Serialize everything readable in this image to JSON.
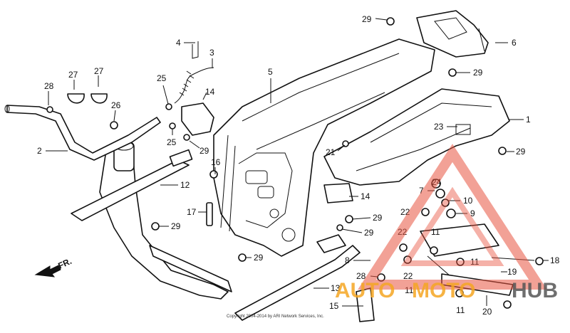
{
  "callouts": [
    {
      "id": "c1",
      "text": "1"
    },
    {
      "id": "c2",
      "text": "2"
    },
    {
      "id": "c3",
      "text": "3"
    },
    {
      "id": "c4",
      "text": "4"
    },
    {
      "id": "c5",
      "text": "5"
    },
    {
      "id": "c6",
      "text": "6"
    },
    {
      "id": "c7",
      "text": "7"
    },
    {
      "id": "c8",
      "text": "8"
    },
    {
      "id": "c9",
      "text": "9"
    },
    {
      "id": "c10",
      "text": "10"
    },
    {
      "id": "c11a",
      "text": "11"
    },
    {
      "id": "c11b",
      "text": "11"
    },
    {
      "id": "c11c",
      "text": "11"
    },
    {
      "id": "c11d",
      "text": "11"
    },
    {
      "id": "c12",
      "text": "12"
    },
    {
      "id": "c13",
      "text": "13"
    },
    {
      "id": "c14a",
      "text": "14"
    },
    {
      "id": "c14b",
      "text": "14"
    },
    {
      "id": "c15",
      "text": "15"
    },
    {
      "id": "c16",
      "text": "16"
    },
    {
      "id": "c17",
      "text": "17"
    },
    {
      "id": "c18",
      "text": "18"
    },
    {
      "id": "c19",
      "text": "19"
    },
    {
      "id": "c20",
      "text": "20"
    },
    {
      "id": "c21",
      "text": "21"
    },
    {
      "id": "c22a",
      "text": "22"
    },
    {
      "id": "c22b",
      "text": "22"
    },
    {
      "id": "c22c",
      "text": "22"
    },
    {
      "id": "c23",
      "text": "23"
    },
    {
      "id": "c24",
      "text": "24"
    },
    {
      "id": "c25a",
      "text": "25"
    },
    {
      "id": "c25b",
      "text": "25"
    },
    {
      "id": "c26",
      "text": "26"
    },
    {
      "id": "c27a",
      "text": "27"
    },
    {
      "id": "c27b",
      "text": "27"
    },
    {
      "id": "c28a",
      "text": "28"
    },
    {
      "id": "c28b",
      "text": "28"
    },
    {
      "id": "c29a",
      "text": "29"
    },
    {
      "id": "c29b",
      "text": "29"
    },
    {
      "id": "c29c",
      "text": "29"
    },
    {
      "id": "c29d",
      "text": "29"
    },
    {
      "id": "c29e",
      "text": "29"
    },
    {
      "id": "c29f",
      "text": "29"
    },
    {
      "id": "c29g",
      "text": "29"
    },
    {
      "id": "c29h",
      "text": "29"
    }
  ],
  "direction_arrow": "FR.",
  "copyright": "Copyright 2004-2014 by ARI Network Services, Inc.",
  "watermark": {
    "left": "AUTO",
    "middle": "MOTO",
    "right": "HUB",
    "color_main": "#f5a623",
    "color_hub": "#555555",
    "color_triangle": "#e8533f"
  }
}
